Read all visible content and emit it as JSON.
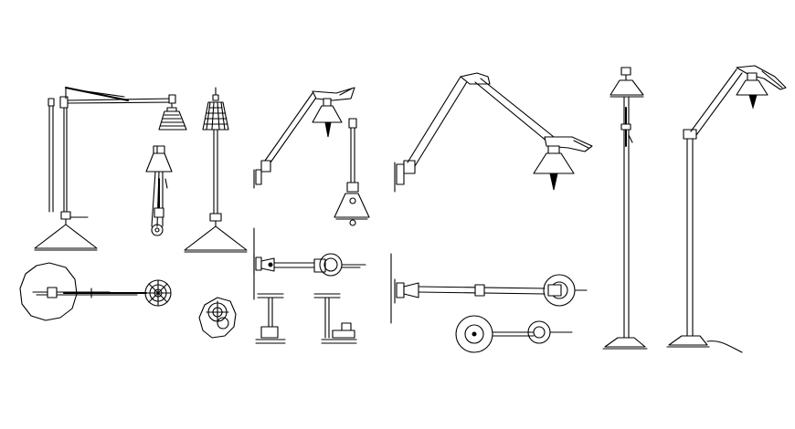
{
  "drawing": {
    "background": "#ffffff",
    "line_color": "#000000",
    "subject": "architect-lamp-cad-blocks",
    "views": [
      {
        "id": "suspension-lamp-elevation",
        "kind": "elevation"
      },
      {
        "id": "suspension-lamp-plan",
        "kind": "plan"
      },
      {
        "id": "small-pendant-shade",
        "kind": "elevation"
      },
      {
        "id": "pendant-rod-lamp-elevation",
        "kind": "elevation"
      },
      {
        "id": "pendant-lamp-plan",
        "kind": "plan"
      },
      {
        "id": "wall-arm-lamp-elevation",
        "kind": "elevation"
      },
      {
        "id": "wall-arm-lamp-plan",
        "kind": "plan"
      },
      {
        "id": "wall-arm-lamp-side-view",
        "kind": "side"
      },
      {
        "id": "table-clamp-bases",
        "kind": "elevation"
      },
      {
        "id": "large-wall-arm-lamp-elevation",
        "kind": "elevation"
      },
      {
        "id": "large-wall-arm-lamp-plan",
        "kind": "plan"
      },
      {
        "id": "floor-lamp-front-elevation",
        "kind": "elevation"
      },
      {
        "id": "floor-lamp-side-elevation",
        "kind": "elevation"
      }
    ]
  }
}
